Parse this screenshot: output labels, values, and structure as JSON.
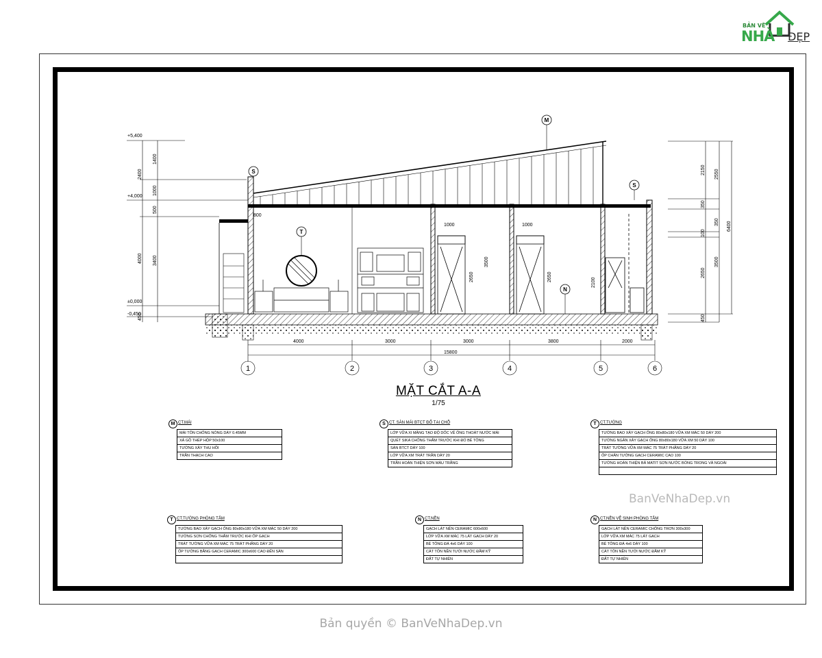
{
  "logo": {
    "small": "BẢN VẼ",
    "big": "NHÀ",
    "suffix": "ĐẸP"
  },
  "drawing": {
    "title": "MẶT CẮT A-A",
    "scale": "1/75",
    "levels": [
      "+5,400",
      "+4,000",
      "±0,000",
      "-0,450"
    ],
    "left_dims": [
      "1400",
      "1000",
      "2400",
      "500",
      "3400",
      "4000",
      "450"
    ],
    "right_dims": [
      "2150",
      "2550",
      "350",
      "350",
      "100",
      "3500",
      "2650",
      "6400",
      "450"
    ],
    "bottom_dims": [
      "4000",
      "3000",
      "3000",
      "3800",
      "2000"
    ],
    "total_dim": "15800",
    "grid_axes": [
      "1",
      "2",
      "3",
      "4",
      "5",
      "6"
    ],
    "markers": [
      "M",
      "S",
      "T",
      "S",
      "N"
    ],
    "inner_dims": [
      "1000",
      "1000",
      "3500",
      "2650",
      "2650",
      "2100",
      "800"
    ]
  },
  "notes": [
    {
      "tag": "M",
      "heading": "CT.MÁI",
      "rows": [
        "MÁI TÔN CHỐNG NÓNG DÀY 0.45MM",
        "XÀ GỒ THÉP HỘP 50x100",
        "TƯỜNG XÂY THU HỒI",
        "TRẦN THẠCH CAO"
      ]
    },
    {
      "tag": "S",
      "heading": "CT. SÀN MÁI BTCT ĐỔ TẠI CHỖ",
      "rows": [
        "LỚP VỮA XI MĂNG TẠO ĐỘ DỐC VỀ ỐNG THOÁT NƯỚC MÁI",
        "QUÉT SIKA CHỐNG THẤM TRƯỚC KHI ĐỔ BÊ TÔNG",
        "SÀN BTCT DÀY 100",
        "LỚP VỮA XM TRÁT TRẦN DÀY 20",
        "TRẦN HOÀN THIỆN SƠN MÀU TRẮNG"
      ]
    },
    {
      "tag": "T",
      "heading": "CT.TƯỜNG",
      "rows": [
        "TƯỜNG BAO XÂY GẠCH ỐNG 80x80x180 VỮA XM MÁC 50 DÀY 200",
        "TƯỜNG NGĂN XÂY GẠCH ỐNG 80x80x180 VỮA XM 50 DÀY 100",
        "TRÁT TƯỜNG VỮA XM MÁC 75 TRÁT PHẲNG DÀY 20",
        "ỐP CHÂN TƯỜNG GẠCH CERAMIC CAO 100",
        "TƯỜNG HOÀN THIỆN BẢ MATIT SƠN NƯỚC BÓNG TRONG VÀ NGOÀI"
      ]
    },
    {
      "tag": "T",
      "heading": "CT.TƯỜNG PHÒNG TẮM",
      "rows": [
        "TƯỜNG BAO XÂY GẠCH ỐNG 80x80x180 VỮA XM MÁC 50 DÀY 200",
        "TƯỜNG SƠN CHỐNG THẤM TRƯỚC KHI ỐP GẠCH",
        "TRÁT TƯỜNG VỮA XM MÁC 75 TRÁT PHẲNG DÀY 20",
        "ỐP TƯỜNG BẰNG GẠCH CERAMIC 300x600 CAO ĐẾN SÀN"
      ]
    },
    {
      "tag": "N",
      "heading": "CT.NỀN",
      "rows": [
        "GẠCH LÁT NỀN CERAMIC 600x600",
        "LỚP VỮA XM MÁC 75 LÁT GẠCH DÀY 20",
        "BÊ TÔNG ĐÁ 4x6 DÀY 100",
        "CÁT TÔN NỀN TƯỚI NƯỚC ĐẦM KỸ",
        "ĐẤT TỰ NHIÊN"
      ]
    },
    {
      "tag": "N",
      "heading": "CT.NỀN VỆ SINH PHÒNG TẮM",
      "rows": [
        "GẠCH LÁT NỀN CERAMIC CHỐNG TRƠN 300x300",
        "LỚP VỮA XM MÁC 75 LÁT GẠCH",
        "BÊ TÔNG ĐÁ 4x6 DÀY 100",
        "CÁT TÔN NỀN TƯỚI NƯỚC ĐẦM KỸ",
        "ĐẤT TỰ NHIÊN"
      ]
    }
  ],
  "watermarks": {
    "inner": "BanVeNhaDep.vn",
    "footer": "Bản quyền © BanVeNhaDep.vn"
  }
}
